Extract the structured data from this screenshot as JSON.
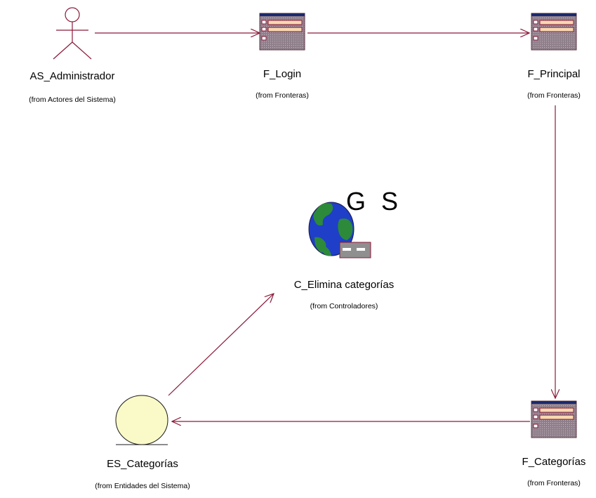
{
  "actor": {
    "name": "AS_Administrador",
    "from": "(from Actores del Sistema)"
  },
  "login": {
    "name": "F_Login",
    "from": "(from Fronteras)"
  },
  "principal": {
    "name": "F_Principal",
    "from": "(from Fronteras)"
  },
  "categorias": {
    "name": "F_Categorías",
    "from": "(from Fronteras)"
  },
  "controller": {
    "name": "C_Elimina categorías",
    "from": "(from Controladores)",
    "badge": "G S"
  },
  "entity": {
    "name": "ES_Categorías",
    "from": "(from Entidades del Sistema)"
  },
  "colors": {
    "line": "#8b1a3a",
    "boundary_header": "#1a2a6e",
    "boundary_body": "#8a7a86",
    "entity_fill": "#fafac8",
    "globe_ocean": "#1f3fc9",
    "globe_land": "#2c8a3a"
  },
  "icons": [
    "actor-icon",
    "boundary-icon",
    "control-icon",
    "entity-icon"
  ]
}
